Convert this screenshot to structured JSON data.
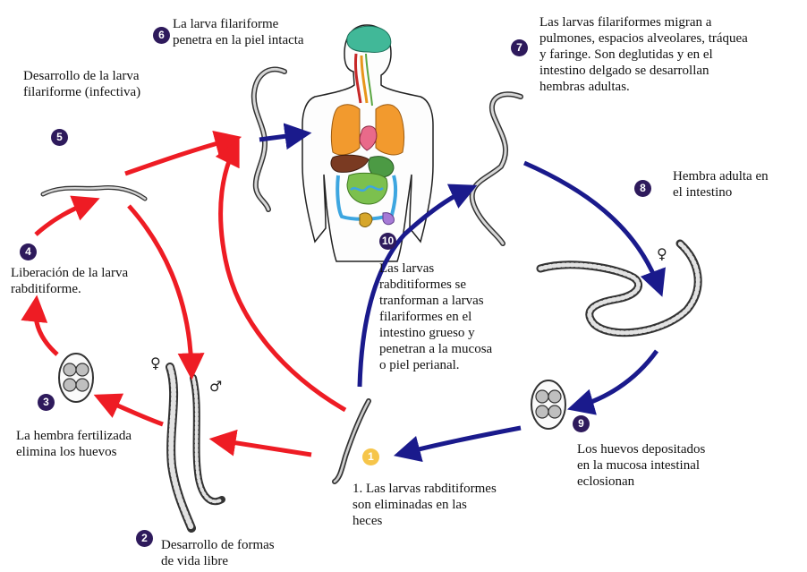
{
  "colors": {
    "red_arrow": "#ee1c24",
    "blue_arrow": "#1a1a8c",
    "step_badge": "#2e1a5c",
    "step1_badge": "#f6c54a"
  },
  "steps": [
    {
      "num": "1",
      "text": "1. Las larvas rabditiformes\nson eliminadas en las\nheces"
    },
    {
      "num": "2",
      "text": "Desarrollo de formas\nde vida libre"
    },
    {
      "num": "3",
      "text": "La hembra fertilizada\nelimina los huevos"
    },
    {
      "num": "4",
      "text": "Liberación de la larva\nrabditiforme."
    },
    {
      "num": "5",
      "text": "Desarrollo de la larva\nfilariforme (infectiva)"
    },
    {
      "num": "6",
      "text": "La larva filariforme\npenetra en la piel intacta"
    },
    {
      "num": "7",
      "text": "Las larvas filariformes migran a\npulmones, espacios alveolares, tráquea\ny faringe. Son deglutidas y en el\nintestino delgado se desarrollan\nhembras adultas."
    },
    {
      "num": "8",
      "text": "Hembra adulta en\nel intestino"
    },
    {
      "num": "9",
      "text": "Los huevos depositados\nen la mucosa intestinal\neclosionan"
    },
    {
      "num": "10",
      "text": "Las larvas\nrabditiformes  se\ntranforman a larvas\nfilariformes en el\nintestino grueso y\npenetran a la mucosa\no piel perianal."
    }
  ],
  "symbols": {
    "female": "♀",
    "male": "♂"
  }
}
